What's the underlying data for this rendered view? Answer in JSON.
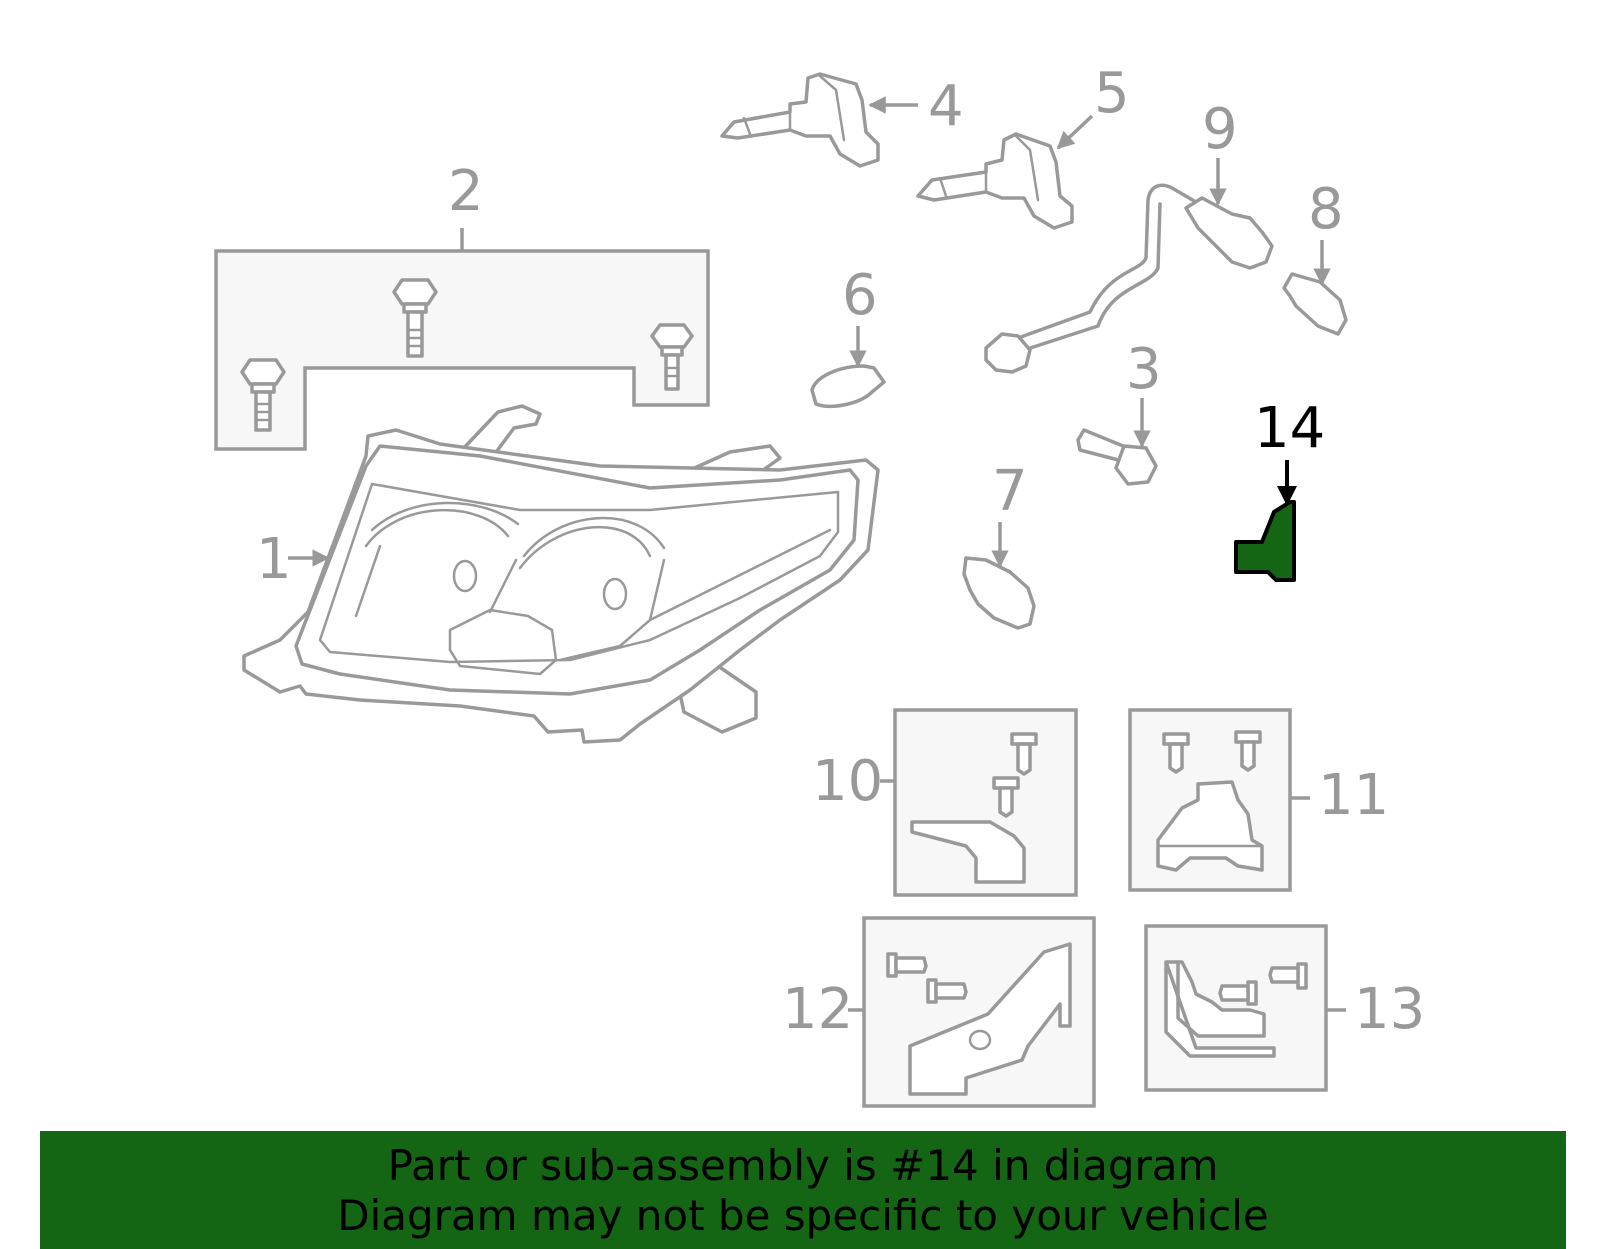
{
  "colors": {
    "line": "#999999",
    "highlight_fill": "#146614",
    "highlight_stroke": "#000000",
    "banner_bg": "#146614",
    "banner_text": "#000000",
    "box_fill": "#f7f7f7"
  },
  "callouts": {
    "c1": "1",
    "c2": "2",
    "c3": "3",
    "c4": "4",
    "c5": "5",
    "c6": "6",
    "c7": "7",
    "c8": "8",
    "c9": "9",
    "c10": "10",
    "c11": "11",
    "c12": "12",
    "c13": "13",
    "c14": "14"
  },
  "highlighted_part": "14",
  "banner": {
    "line1": "Part or sub-assembly is #14 in diagram",
    "line2": "Diagram may not be specific to your vehicle"
  }
}
